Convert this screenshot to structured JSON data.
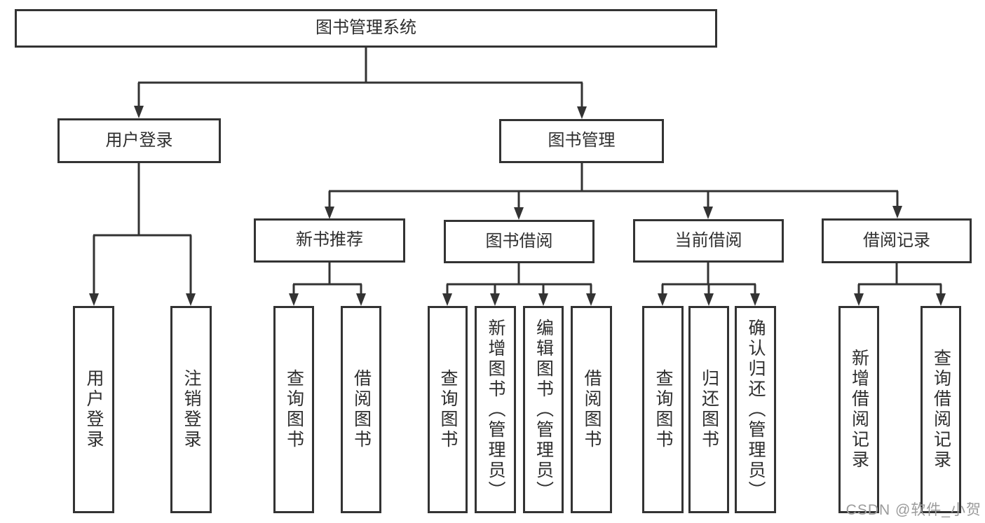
{
  "diagram": {
    "title_node": "图书管理系统",
    "root": {
      "label": "图书管理系统"
    },
    "branches": [
      {
        "label": "用户登录",
        "children": [
          {
            "label": "用户登录"
          },
          {
            "label": "注销登录"
          }
        ]
      },
      {
        "label": "图书管理",
        "children": [
          {
            "label": "新书推荐",
            "children": [
              {
                "label": "查询图书"
              },
              {
                "label": "借阅图书"
              }
            ]
          },
          {
            "label": "图书借阅",
            "children": [
              {
                "label": "查询图书"
              },
              {
                "label": "新增图书（管理员）"
              },
              {
                "label": "编辑图书（管理员）"
              },
              {
                "label": "借阅图书"
              }
            ]
          },
          {
            "label": "当前借阅",
            "children": [
              {
                "label": "查询图书"
              },
              {
                "label": "归还图书"
              },
              {
                "label": "确认归还（管理员）"
              }
            ]
          },
          {
            "label": "借阅记录",
            "children": [
              {
                "label": "新增借阅记录"
              },
              {
                "label": "查询借阅记录"
              }
            ]
          }
        ]
      }
    ],
    "line_color": "#333333",
    "box_border_color": "#333333",
    "background_color": "#ffffff"
  },
  "watermark": {
    "text": "CSDN @软件_小贺同学",
    "color": "#9b9b9b"
  }
}
